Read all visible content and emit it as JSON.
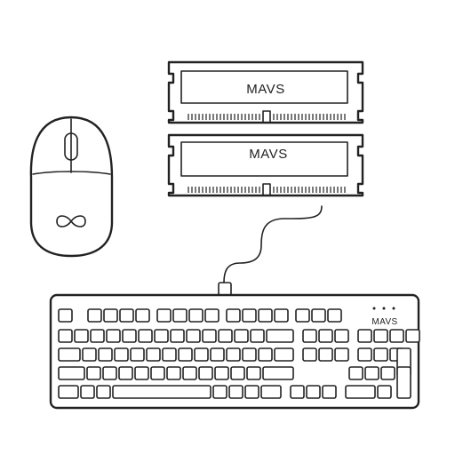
{
  "ram_modules": [
    {
      "label": "MAVS"
    },
    {
      "label": "MAVS"
    }
  ],
  "keyboard": {
    "brand": "MAVS"
  },
  "mouse": {
    "logo_icon": "infinity-icon"
  },
  "colors": {
    "ink": "#222222",
    "background": "#ffffff"
  }
}
